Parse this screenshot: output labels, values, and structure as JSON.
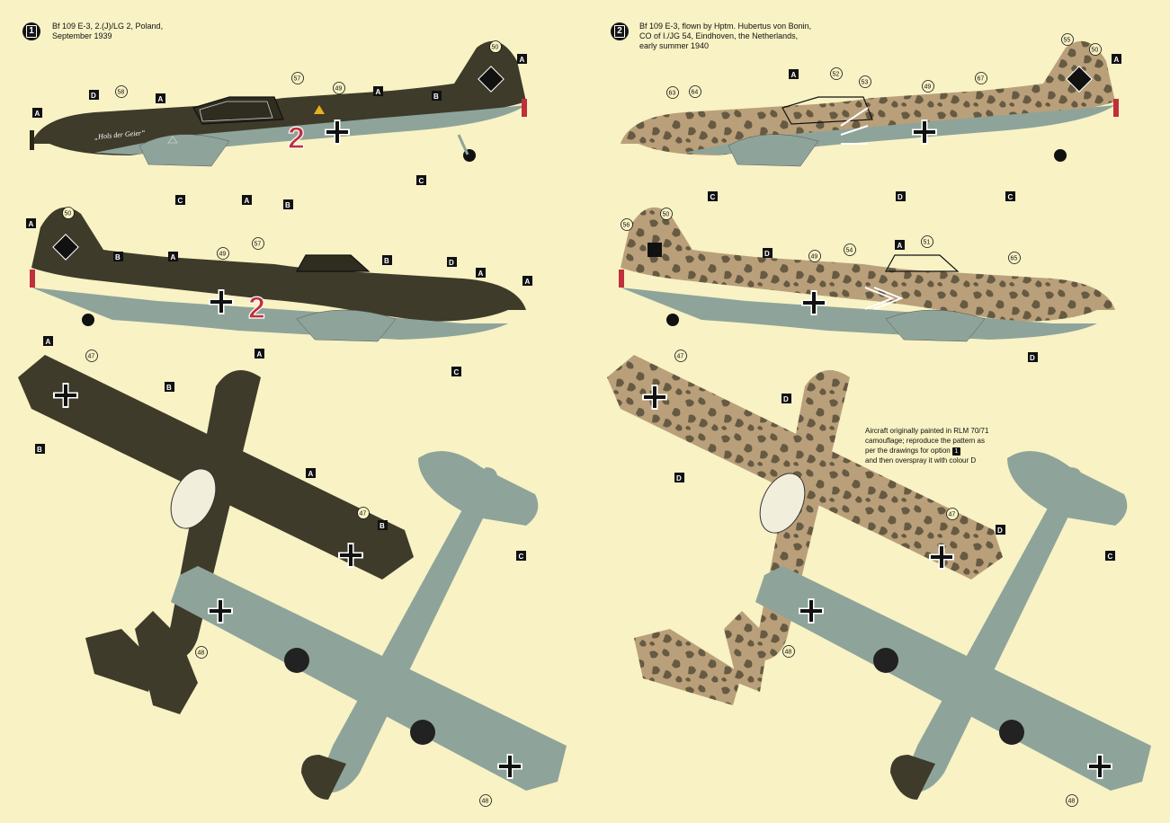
{
  "options": [
    {
      "number": "1",
      "caption_lines": [
        "Bf 109 E-3, 2.(J)/LG 2, Poland,",
        "September 1939"
      ],
      "fuselage_code": "2",
      "script_text": "„Hols der Geier“"
    },
    {
      "number": "2",
      "caption_lines": [
        "Bf 109 E-3, flown by Hptm. Hubertus von Bonin,",
        "CO of I./JG 54, Eindhoven, the Netherlands,",
        "early summer 1940"
      ],
      "note_lines": [
        "Aircraft originally painted in RLM 70/71",
        "camouflage; reproduce the pattern as",
        "per the drawings for option",
        "and then overspray it with colour D"
      ],
      "note_option_ref": "1"
    }
  ],
  "color_letters": [
    "A",
    "B",
    "C",
    "D"
  ],
  "callouts": {
    "opt1_left": [
      "50",
      "57",
      "49",
      "58"
    ],
    "opt1_right": [
      "50",
      "49",
      "57"
    ],
    "opt1_top": [
      "47",
      "47"
    ],
    "opt1_bottom": [
      "48",
      "48"
    ],
    "opt2_left": [
      "55",
      "50",
      "52",
      "53",
      "49",
      "63",
      "64",
      "67"
    ],
    "opt2_right": [
      "56",
      "50",
      "49",
      "54",
      "51",
      "65"
    ],
    "opt2_top": [
      "47",
      "47"
    ],
    "opt2_bottom": [
      "48",
      "48"
    ]
  },
  "colors": {
    "background": "#f8f2c4",
    "A_dark_green": "#3e3b2a",
    "B_green": "#5e5a3e",
    "C_light_blue": "#8ea49a",
    "D_sand": "#b9a07a",
    "mottle": "#4a4330",
    "red": "#c0303a"
  }
}
